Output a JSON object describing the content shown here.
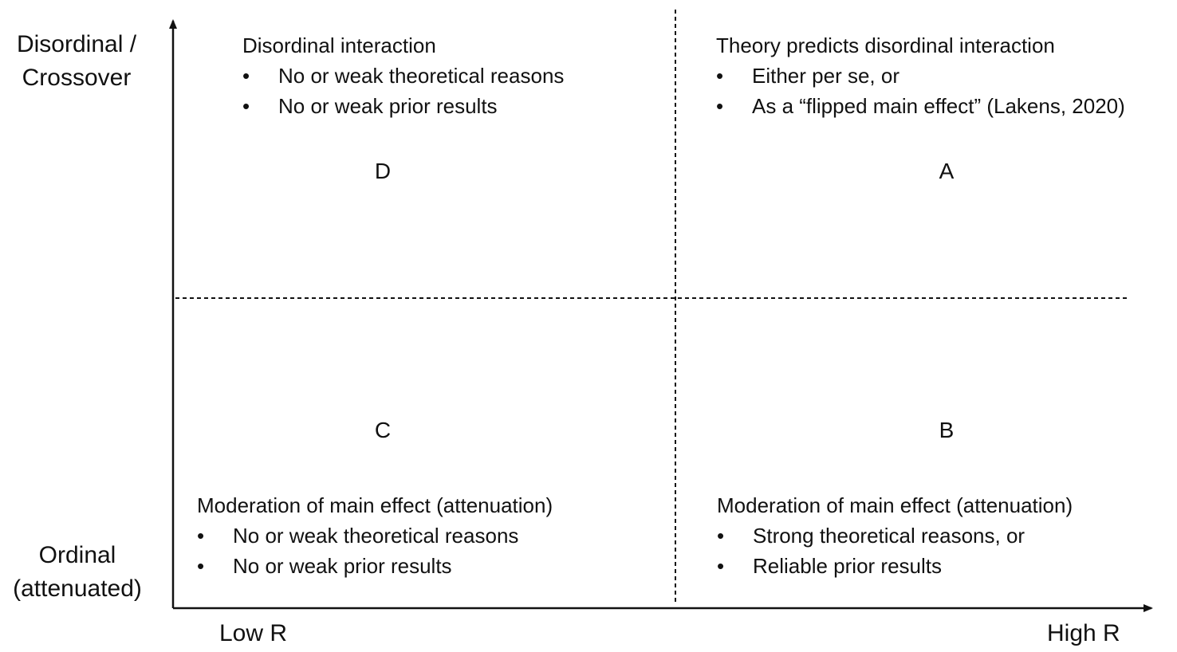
{
  "axes": {
    "y_top_label": [
      "Disordinal /",
      "Crossover"
    ],
    "y_bottom_label": [
      "Ordinal",
      "(attenuated)"
    ],
    "x_left_label": "Low R",
    "x_right_label": "High R"
  },
  "quadrants": {
    "D": {
      "letter": "D",
      "title": "Disordinal interaction",
      "bullets": [
        "No or weak theoretical reasons",
        "No or weak prior results"
      ]
    },
    "A": {
      "letter": "A",
      "title": "Theory predicts disordinal interaction",
      "bullets": [
        "Either per se, or",
        "As a “flipped main effect” (Lakens, 2020)"
      ]
    },
    "C": {
      "letter": "C",
      "title": "Moderation of main effect (attenuation)",
      "bullets": [
        "No or weak theoretical reasons",
        "No or weak prior results"
      ]
    },
    "B": {
      "letter": "B",
      "title": "Moderation of main effect (attenuation)",
      "bullets": [
        "Strong theoretical reasons, or",
        "Reliable prior results"
      ]
    }
  }
}
